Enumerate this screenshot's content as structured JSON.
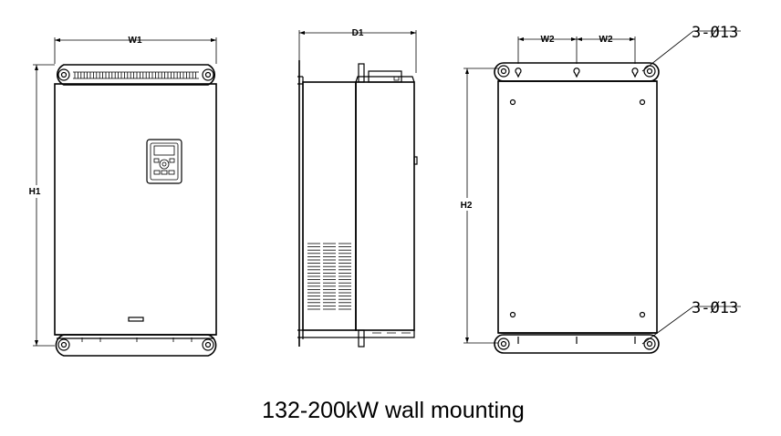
{
  "labels": {
    "w1": "W1",
    "h1": "H1",
    "d1": "D1",
    "w2_left": "W2",
    "w2_right": "W2",
    "h2": "H2",
    "top_holes": "3-Ø13",
    "bottom_holes": "3-Ø13"
  },
  "caption": "132-200kW wall mounting"
}
